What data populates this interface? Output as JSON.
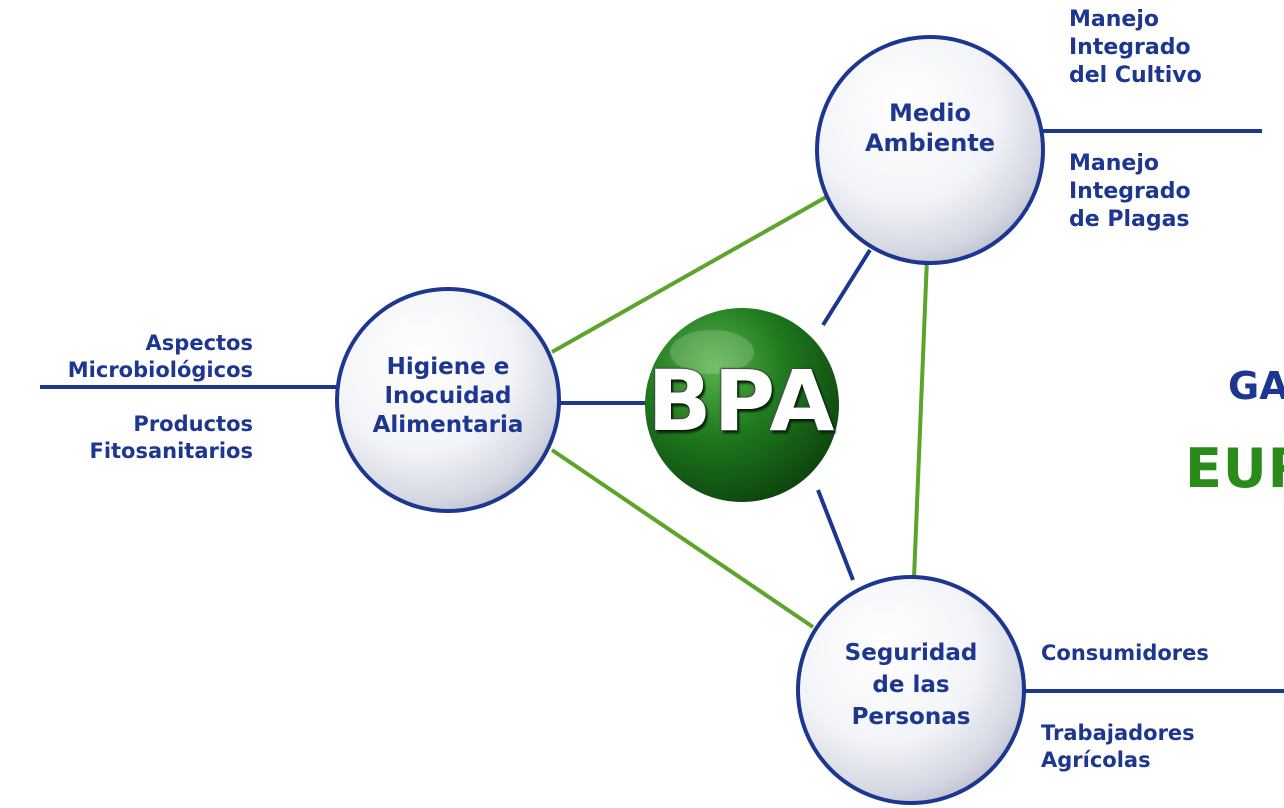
{
  "colors": {
    "navy": "#1d3690",
    "green_line": "#5aa52a",
    "green_text": "#2a8a1a",
    "center": "#1d6a1d"
  },
  "center": {
    "label": "BPA"
  },
  "nodes": {
    "medio": {
      "line1": "Medio",
      "line2": "Ambiente"
    },
    "higiene": {
      "line1": "Higiene e",
      "line2": "Inocuidad",
      "line3": "Alimentaria"
    },
    "seguridad": {
      "line1": "Seguridad",
      "line2": "de las",
      "line3": "Personas"
    }
  },
  "branches": {
    "medio_above": [
      "Manejo",
      "Integrado",
      "del Cultivo"
    ],
    "medio_below": [
      "Manejo",
      "Integrado",
      "de Plagas"
    ],
    "higiene_above": [
      "Aspectos",
      "Microbiológicos"
    ],
    "higiene_below": [
      "Productos",
      "Fitosanitarios"
    ],
    "seguridad_above": [
      "Consumidores"
    ],
    "seguridad_below": [
      "Trabajadores",
      "Agrícolas"
    ]
  },
  "side_text": {
    "line1": "GA",
    "line2": "EUR"
  }
}
